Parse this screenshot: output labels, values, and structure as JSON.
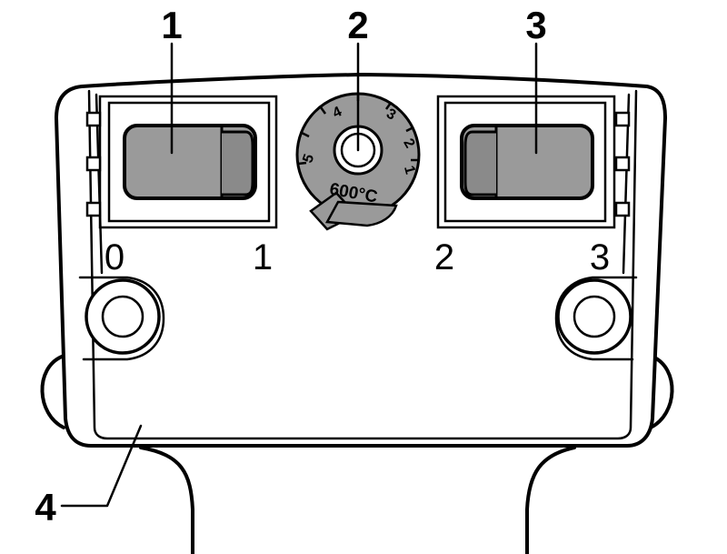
{
  "callouts": {
    "left_switch": "1",
    "temperature_dial": "2",
    "right_switch": "3",
    "housing": "4"
  },
  "positions": {
    "left_off": "0",
    "left_on": "1",
    "right_low": "2",
    "right_high": "3"
  },
  "dial": {
    "scale": [
      "5",
      "4",
      "3",
      "2",
      "1"
    ],
    "max_label": "600°C"
  }
}
